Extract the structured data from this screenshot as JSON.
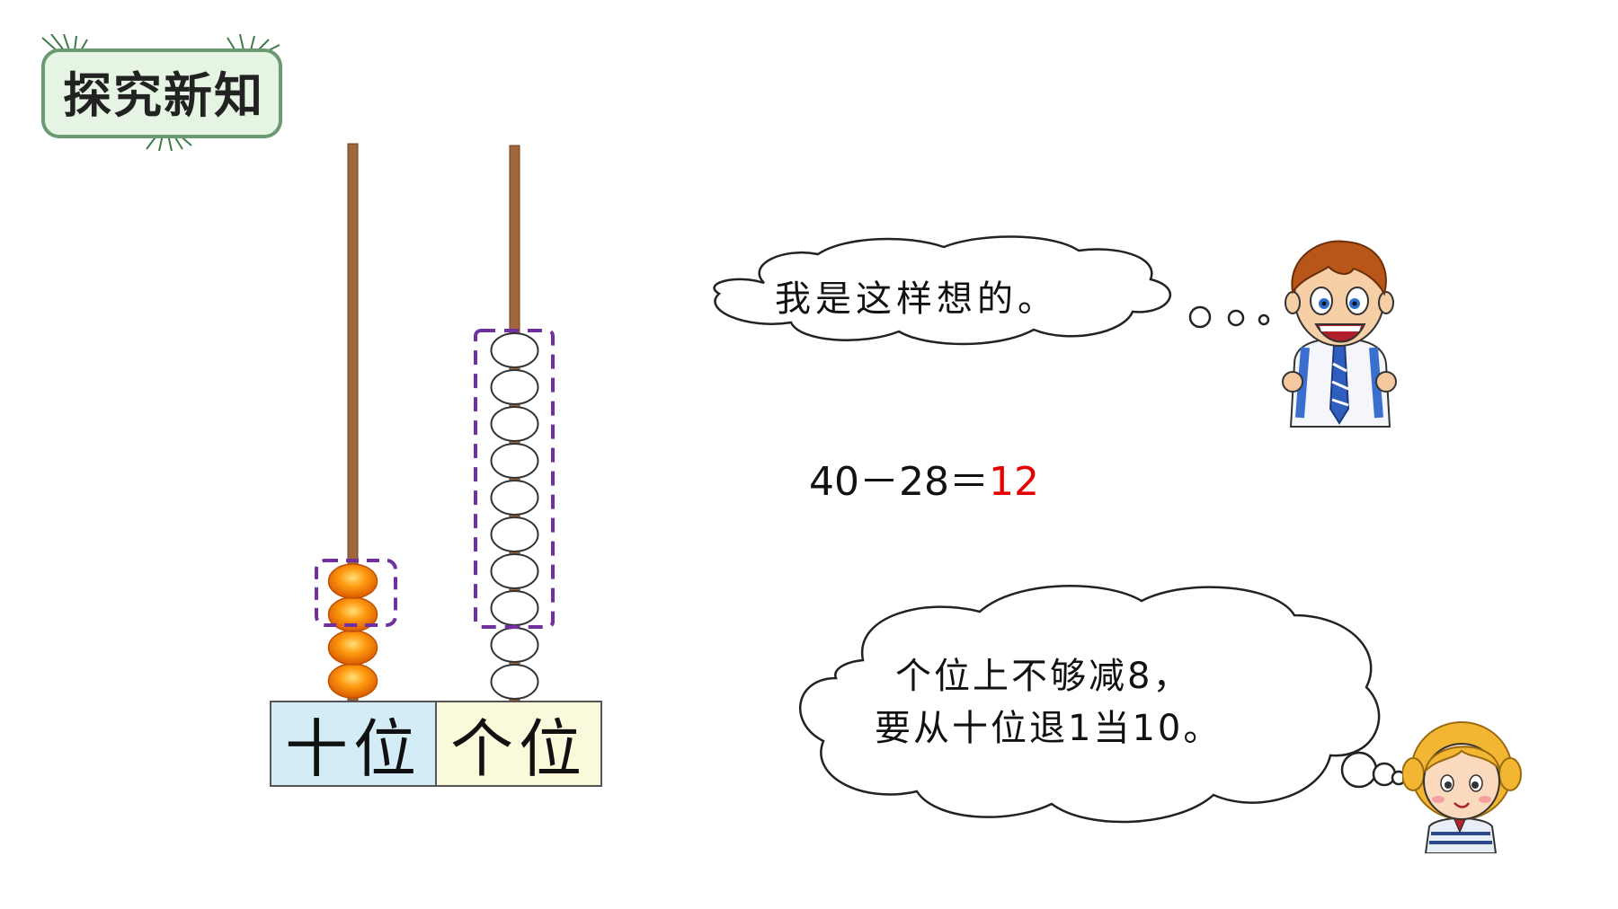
{
  "section_title": "探究新知",
  "abacus": {
    "tens_label": "十位",
    "ones_label": "个位",
    "tens_beads": 4,
    "ones_beads": 10,
    "tens_bead_color": "#f08a00",
    "ones_bead_color": "#ffffff",
    "highlight_color": "#7030a0"
  },
  "equation": {
    "expression": "40－28＝",
    "answer": "12",
    "answer_color": "#e60000"
  },
  "boy_bubble": {
    "text": "我是这样想的。"
  },
  "girl_bubble": {
    "line1": "个位上不够减8，",
    "line2": "要从十位退1当10。"
  }
}
